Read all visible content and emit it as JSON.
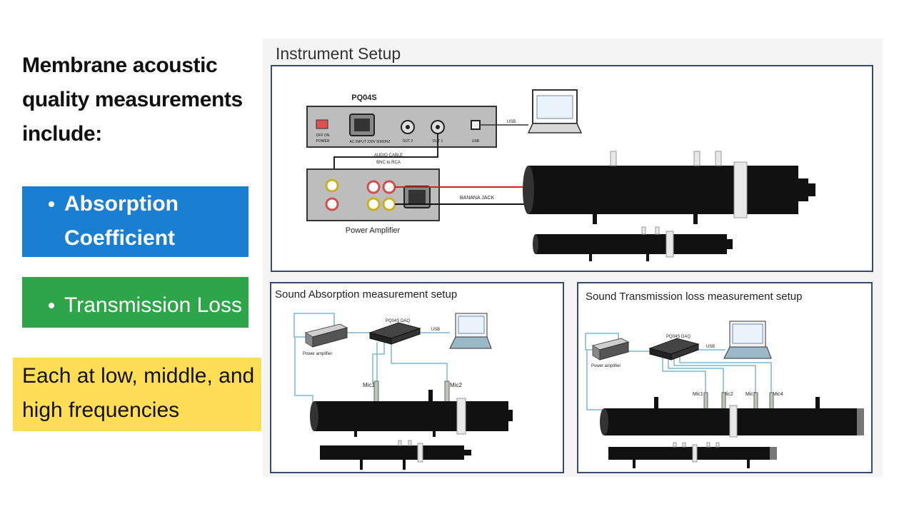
{
  "slide": {
    "headline": "Membrane acoustic quality measurements include:",
    "bullets": [
      "Absorption Coefficient",
      "Transmission Loss"
    ],
    "note": "Each at low, middle, and high frequencies"
  },
  "figure": {
    "title": "Instrument Setup",
    "setup": {
      "device": "PQ04S",
      "switch": "OFF ON",
      "power_label": "POWER",
      "ac_input": "AC INPUT 220V 50/60HZ",
      "out2": "OUT 2",
      "out1": "OUT 1",
      "usb_port": "USB",
      "usb_cable": "USB",
      "audio_cable": "AUDIO CABLE",
      "bnc": "BNC to RCA",
      "banana": "BANANA JACK",
      "amp_label": "Power Amplifier"
    },
    "absorption": {
      "title": "Sound Absorption measurement setup",
      "daq": "PQ04S DAQ",
      "usb": "USB",
      "amp": "Power amplifier",
      "mics": [
        "Mic1",
        "Mic2"
      ]
    },
    "transmission": {
      "title": "Sound Transmission loss measurement setup",
      "daq": "PQ04S DAQ",
      "usb": "USB",
      "amp": "Power amplifier",
      "mics": [
        "Mic1",
        "Mic2",
        "Mic3",
        "Mic4"
      ]
    }
  },
  "colors": {
    "absorption_box": "#1a7fd0",
    "transmission_box": "#2ea548",
    "note_box": "#ffdd55",
    "panel_border": "#3a4a6a",
    "tube": "#111111",
    "cable": "#7ab8cf"
  }
}
